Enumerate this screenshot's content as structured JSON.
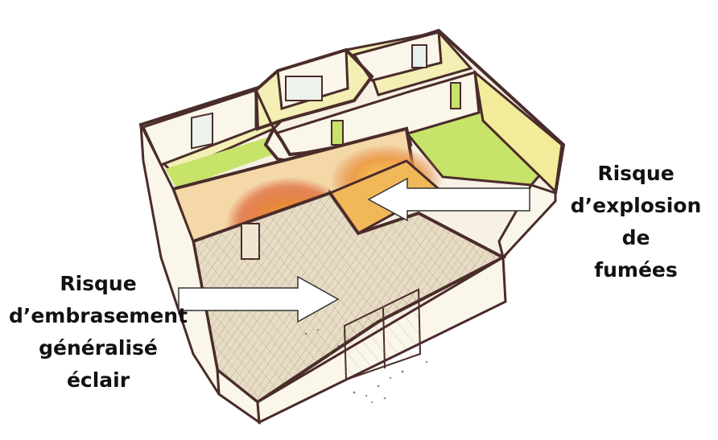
{
  "labels": {
    "explosion": [
      "Risque",
      "d’explosion",
      "de",
      "fumées"
    ],
    "flashover": [
      "Risque",
      "d’embrasement",
      "généralisé",
      "éclair"
    ]
  },
  "colors": {
    "wall_outline": "#4a2c2a",
    "wall_face": "#f6f1e4",
    "room_floor_yellow": "#f3efb5",
    "room_floor_green": "#c7e36a",
    "fire_orange": "#e8893a",
    "fire_red": "#d9532a",
    "smoke_floor": "#e7dcc4",
    "arrow_fill": "#ffffff",
    "arrow_stroke": "#333333",
    "label_text": "#111111"
  }
}
